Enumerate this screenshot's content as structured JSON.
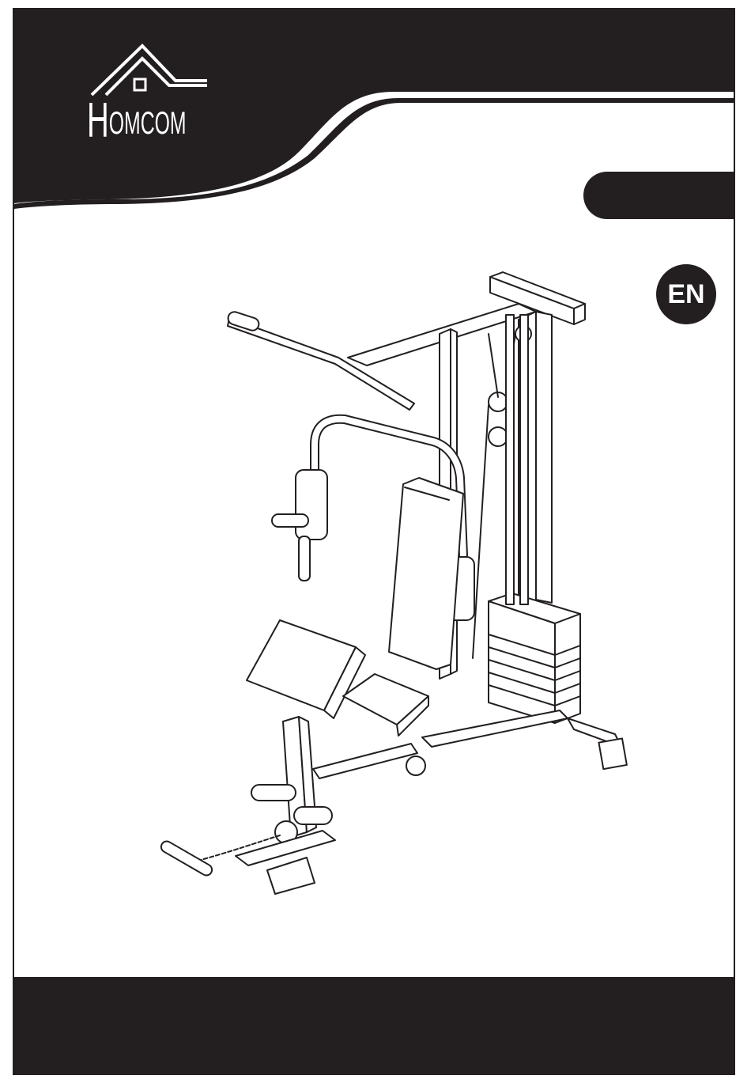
{
  "brand": {
    "name": "HOMCOM",
    "initial": "H",
    "rest": "OMCOM"
  },
  "language_badge": "EN",
  "illustration": {
    "icon": "home-gym-machine-line-drawing"
  },
  "colors": {
    "dark": "#231f20",
    "light": "#ffffff"
  }
}
